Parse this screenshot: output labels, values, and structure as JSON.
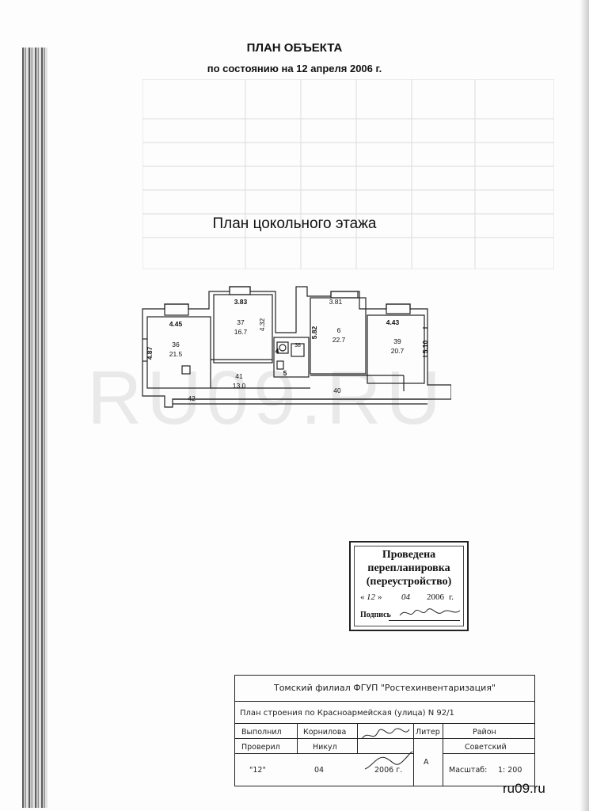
{
  "header": {
    "title": "ПЛАН ОБЪЕКТА",
    "subtitle": "по состоянию на 12 апреля 2006 г."
  },
  "floor_title": "План цокольного этажа",
  "plan": {
    "rooms": [
      {
        "num": "36",
        "area": "21.5"
      },
      {
        "num": "37",
        "area": "16.7"
      },
      {
        "num": "41",
        "area": "13.0"
      },
      {
        "num": "4",
        "area": ""
      },
      {
        "num": "5",
        "area": ""
      },
      {
        "num": "6",
        "area": "22.7"
      },
      {
        "num": "39",
        "area": "20.7"
      },
      {
        "num": "40",
        "area": ""
      },
      {
        "num": "42",
        "area": ""
      },
      {
        "num": "38",
        "area": ""
      }
    ],
    "dimensions": [
      "4.45",
      "4.87",
      "3.83",
      "4.32",
      "3.81",
      "5.82",
      "4.43",
      "5.10"
    ]
  },
  "watermark": "RU09.RU",
  "stamp": {
    "line1": "Проведена",
    "line2": "перепланировка",
    "line3": "(переустройство)",
    "day": "12",
    "month": "04",
    "year": "2006",
    "signature_label": "Подпись"
  },
  "title_block": {
    "org": "Томский филиал ФГУП \"Ростехинвентаризация\"",
    "plan_name": "План строения по Красноармейская (улица) N 92/1",
    "performed_label": "Выполнил",
    "performed_name": "Корнилова",
    "checked_label": "Проверил",
    "checked_name": "Никул",
    "letter_label": "Литер",
    "letter_value": "А",
    "district_label": "Район",
    "district_value": "Советский",
    "date_day": "\"12\"",
    "date_month": "04",
    "date_year": "2006 г.",
    "scale_label": "Масштаб:",
    "scale_value": "1: 200"
  },
  "footer_brand": "ru09.ru"
}
